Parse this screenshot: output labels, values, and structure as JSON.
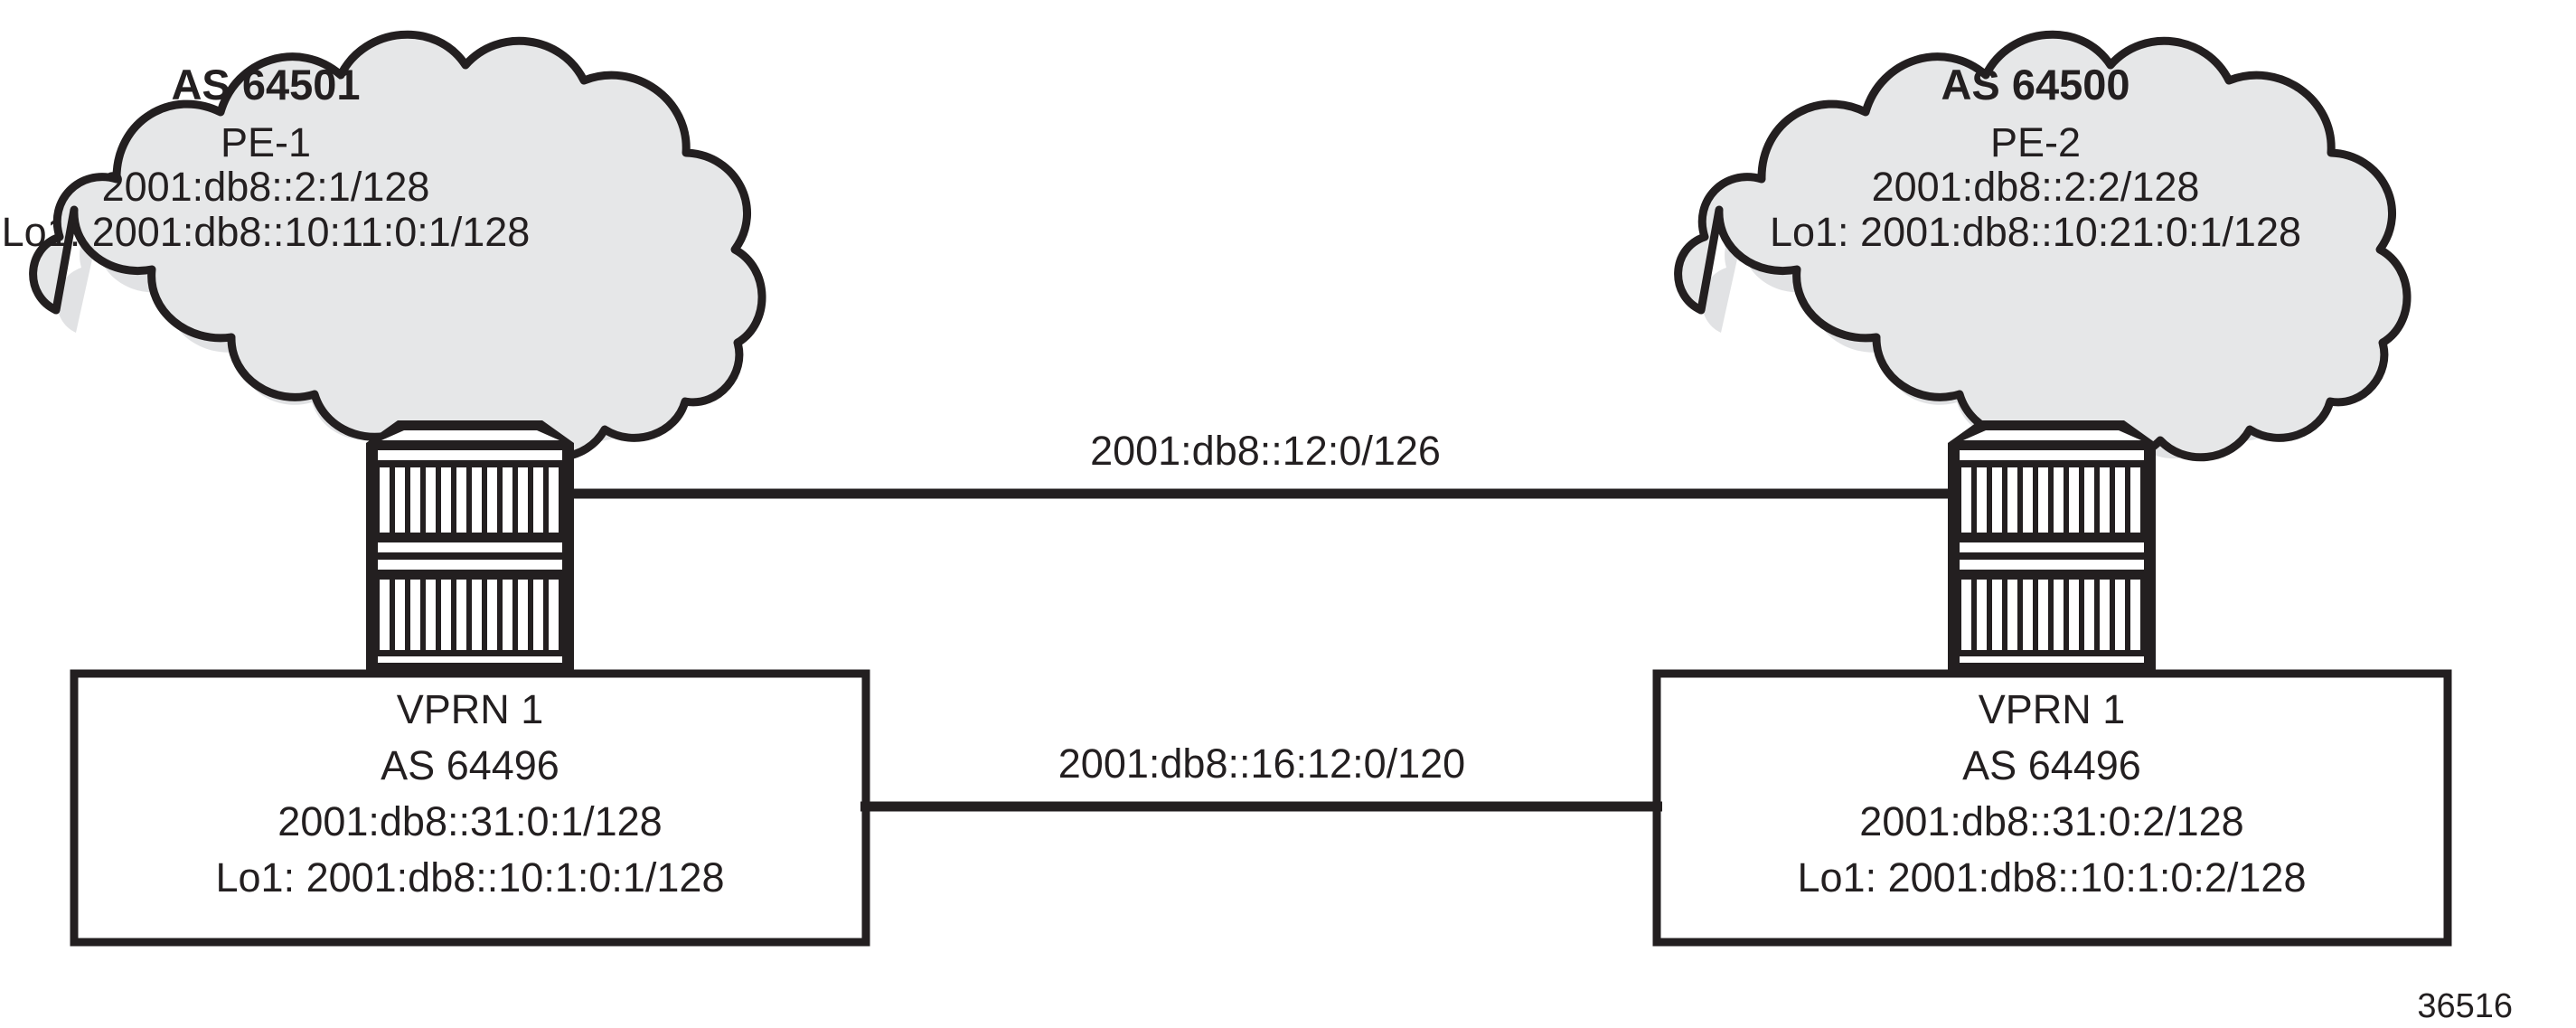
{
  "figure": {
    "id_label": "36516",
    "background_color": "#ffffff",
    "ink_color": "#231f20",
    "cloud_fill_color": "#e6e7e8"
  },
  "clouds": [
    {
      "name": "left-provider-cloud",
      "as_title": "AS 64501",
      "node_label": "PE-1",
      "system_address": "2001:db8::2:1/128",
      "loopback": "Lo1: 2001:db8::10:11:0:1/128",
      "router_icon": "router-icon"
    },
    {
      "name": "right-provider-cloud",
      "as_title": "AS 64500",
      "node_label": "PE-2",
      "system_address": "2001:db8::2:2/128",
      "loopback": "Lo1: 2001:db8::10:21:0:1/128",
      "router_icon": "router-icon"
    }
  ],
  "vprn_boxes": [
    {
      "name": "left-vprn-box",
      "title": "VPRN 1",
      "as_number": "AS 64496",
      "address": "2001:db8::31:0:1/128",
      "loopback": "Lo1: 2001:db8::10:1:0:1/128"
    },
    {
      "name": "right-vprn-box",
      "title": "VPRN 1",
      "as_number": "AS 64496",
      "address": "2001:db8::31:0:2/128",
      "loopback": "Lo1: 2001:db8::10:1:0:2/128"
    }
  ],
  "links": [
    {
      "name": "pe-to-pe-link",
      "label": "2001:db8::12:0/126"
    },
    {
      "name": "vprn-to-vprn-link",
      "label": "2001:db8::16:12:0/120"
    }
  ]
}
